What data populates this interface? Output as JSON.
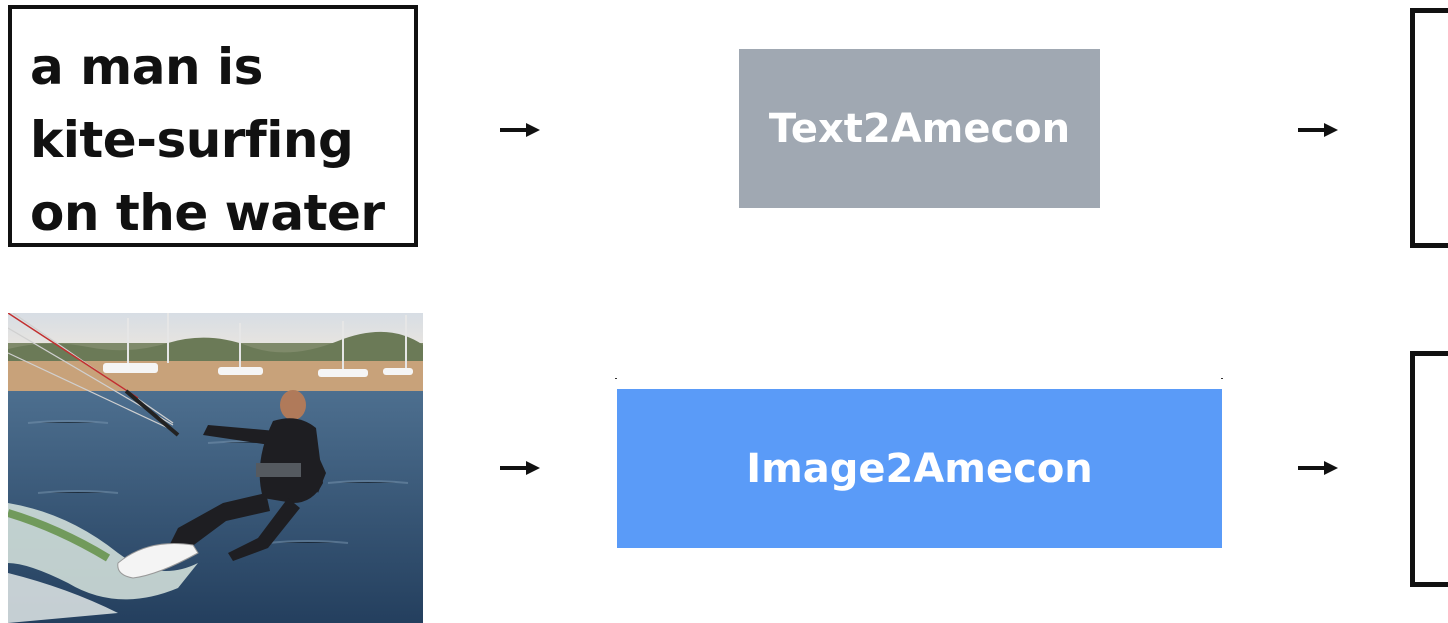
{
  "text_row": {
    "caption": "a man is\nkite-surfing\non the water",
    "model_label": "Text2Amecon"
  },
  "image_row": {
    "model_label": "Image2Amecon"
  },
  "colors": {
    "text_model_box": "#a0a8b2",
    "image_model_box": "#5a9bf8",
    "outline": "#111111"
  },
  "icons": {
    "arrow": "right-arrow-icon"
  }
}
